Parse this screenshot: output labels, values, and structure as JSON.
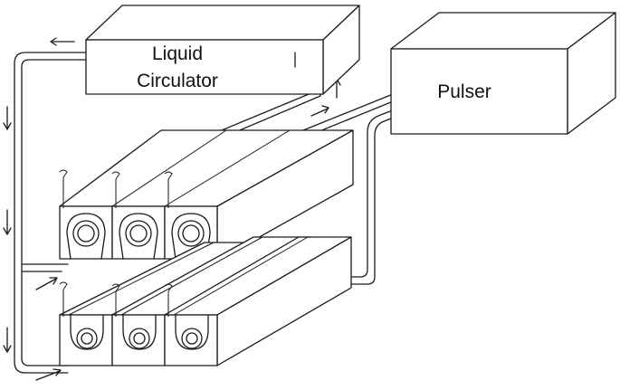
{
  "diagram": {
    "components": {
      "circulator": {
        "line1": "Liquid",
        "line2": "Circulator"
      },
      "pulser": {
        "label": "Pulser"
      }
    },
    "rows": [
      {
        "name": "upper",
        "cells": 3
      },
      {
        "name": "lower",
        "cells": 3
      }
    ]
  }
}
